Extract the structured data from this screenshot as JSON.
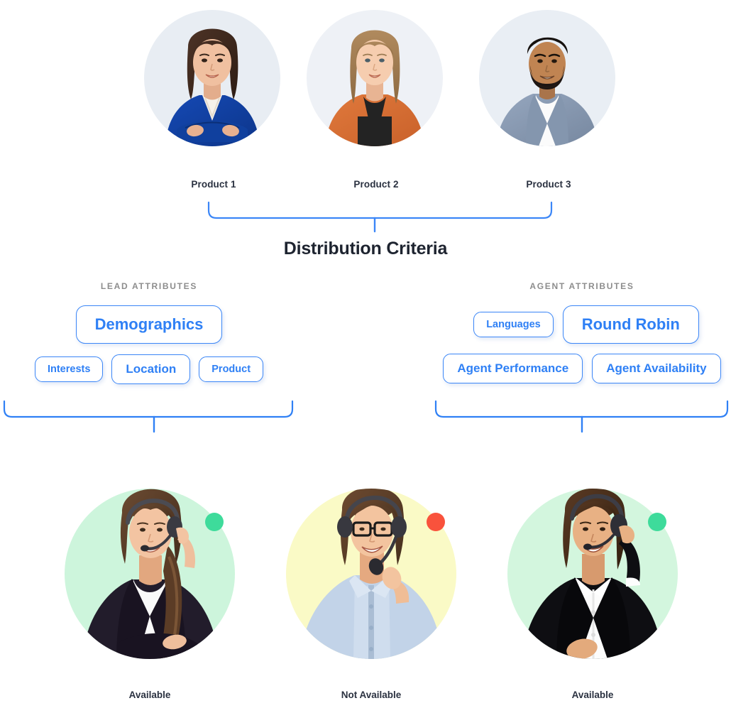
{
  "diagram": {
    "title": "Distribution Criteria",
    "accent_color": "#3b86f7",
    "pill_text_color": "#2f80f5",
    "heading_color": "#8d8d8d",
    "title_color": "#1e2430"
  },
  "products": [
    {
      "label": "Product 1",
      "photo": "businesswoman-blue-blazer-portrait",
      "bg_color": "#e8edf3"
    },
    {
      "label": "Product 2",
      "photo": "businesswoman-orange-blazer-portrait",
      "bg_color": "#eef1f6"
    },
    {
      "label": "Product 3",
      "photo": "businessman-grey-blazer-portrait",
      "bg_color": "#e9eef4"
    }
  ],
  "lead_attributes": {
    "heading": "Lead Attributes",
    "primary": "Demographics",
    "secondary": [
      "Interests",
      "Location",
      "Product"
    ]
  },
  "agent_attributes": {
    "heading": "Agent Attributes",
    "row_one": [
      "Languages",
      "Round Robin"
    ],
    "row_two": [
      "Agent Performance",
      "Agent Availability"
    ]
  },
  "agents": [
    {
      "label": "Available",
      "status": "available",
      "status_color": "#3edb9b",
      "bg_color": "#cdf5dc",
      "photo": "call-agent-headset-dark-blazer"
    },
    {
      "label": "Not Available",
      "status": "not-available",
      "status_color": "#f9523c",
      "bg_color": "#fafac6",
      "photo": "call-agent-headset-glasses-blue-shirt"
    },
    {
      "label": "Available",
      "status": "available",
      "status_color": "#3edb9b",
      "bg_color": "#d3f6de",
      "photo": "call-agent-headset-black-blazer"
    }
  ]
}
